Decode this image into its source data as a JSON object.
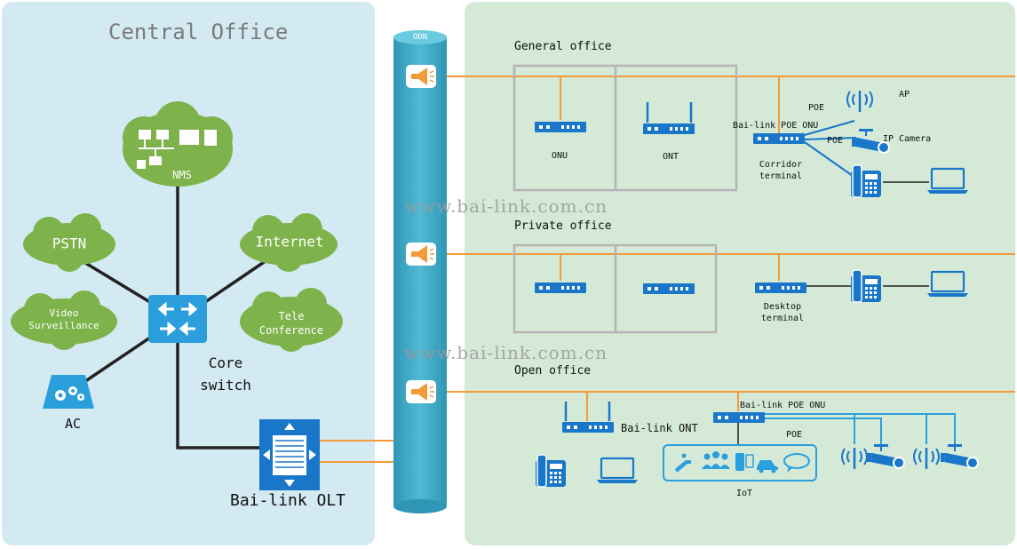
{
  "central_office": {
    "title": "Central Office",
    "nms": "NMS",
    "pstn": "PSTN",
    "internet": "Internet",
    "video_surveillance": "Video Surveillance",
    "tele_conference": "Tele Conference",
    "core_switch": "Core switch",
    "ac": "AC",
    "olt": "Bai-link OLT"
  },
  "odn": "ODN",
  "watermark": "www.bai-link.com.cn",
  "general_office": {
    "title": "General office",
    "onu": "ONU",
    "ont": "ONT",
    "poe_onu": "Bai-link POE ONU",
    "poe_1": "POE",
    "poe_2": "POE",
    "ap": "AP",
    "ip_camera": "IP Camera",
    "terminal": "Corridor terminal"
  },
  "private_office": {
    "title": "Private office",
    "terminal": "Desktop terminal"
  },
  "open_office": {
    "title": "Open office",
    "ont": "Bai-link ONT",
    "poe_onu": "Bai-link POE ONU",
    "poe": "POE",
    "iot": "IoT"
  },
  "colors": {
    "central_bg": "#d3eaf3",
    "field_bg": "#d4ead7",
    "cloud": "#7db34a",
    "fiber": "#f39a3a",
    "odn": "#3ea8c4",
    "device": "#1976c9",
    "switch": "#2b9fdc"
  }
}
